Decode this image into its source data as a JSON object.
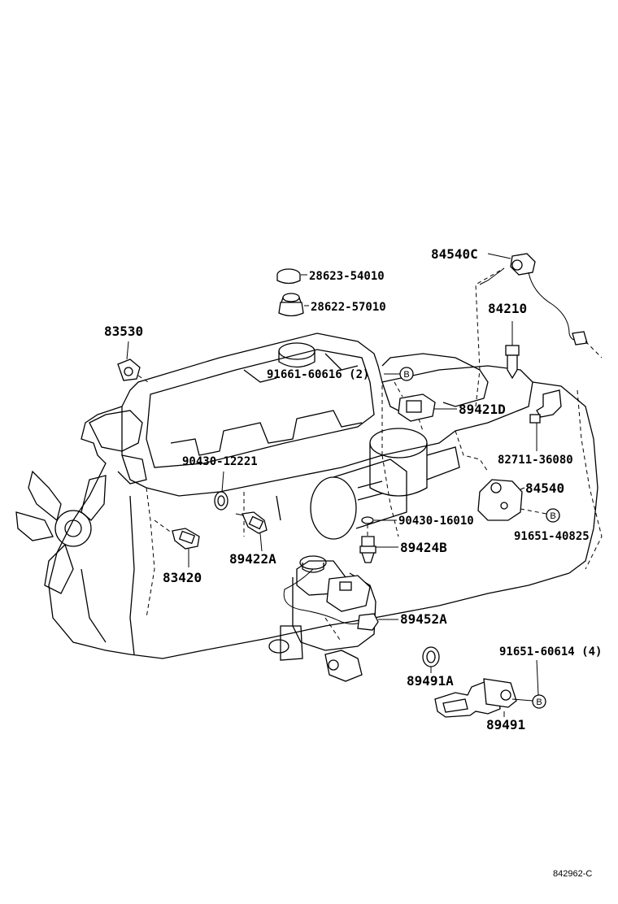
{
  "diagram": {
    "reference_code": "842962-C",
    "b_mark": "B",
    "labels": {
      "p_84540C": "84540C",
      "p_28623": "28623-54010",
      "p_28622": "28622-57010",
      "p_84210": "84210",
      "p_83530": "83530",
      "p_91661": "91661-60616 (2)",
      "p_89421D": "89421D",
      "p_82711": "82711-36080",
      "p_90430_12221": "90430-12221",
      "p_84540": "84540",
      "p_90430_16010": "90430-16010",
      "p_91651_40825": "91651-40825",
      "p_89424B": "89424B",
      "p_89422A": "89422A",
      "p_83420": "83420",
      "p_89452A": "89452A",
      "p_91651_60614": "91651-60614 (4)",
      "p_89491A": "89491A",
      "p_89491": "89491"
    }
  }
}
